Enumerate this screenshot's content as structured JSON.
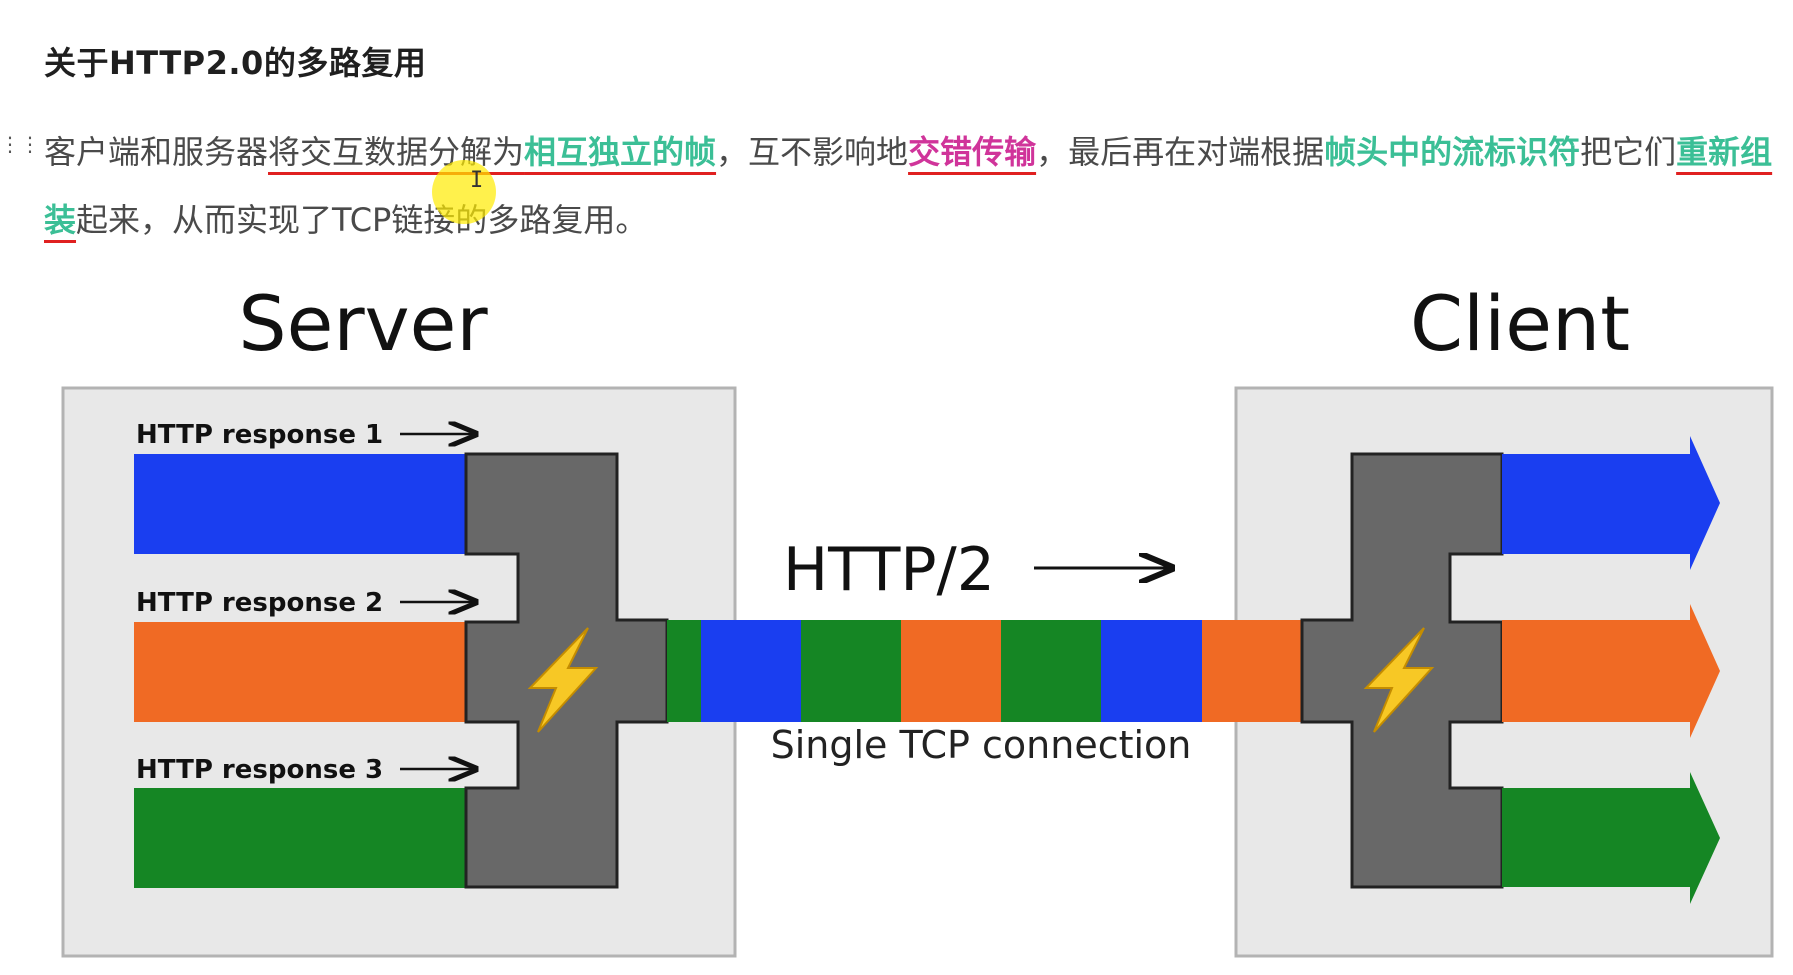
{
  "heading": "关于HTTP2.0的多路复用",
  "paragraph": {
    "p1": "客户端和服务器",
    "p2": "将交互数据分解为",
    "p3": "相互独立的帧",
    "p4": "，互不影响地",
    "p5": "交错传输",
    "p6": "，最后再在对端根据",
    "p7": "帧头中的流标识符",
    "p8": "把它们",
    "p9": "重新组装",
    "p10": "起来，从而实现了TCP链接的多路复用。"
  },
  "diagram": {
    "server_label": "Server",
    "client_label": "Client",
    "responses": [
      "HTTP response 1",
      "HTTP response 2",
      "HTTP response 3"
    ],
    "protocol_label": "HTTP/2",
    "connection_label": "Single TCP connection",
    "frame_sequence": [
      "green",
      "blue",
      "green",
      "orange",
      "green",
      "blue",
      "orange"
    ],
    "colors": {
      "blue": "#1a3ef0",
      "orange": "#f06a24",
      "green": "#158624",
      "mux_gray": "#686868",
      "panel_bg": "#e8e8e8",
      "panel_border": "#b3b3b3",
      "bolt": "#f7c825"
    }
  }
}
